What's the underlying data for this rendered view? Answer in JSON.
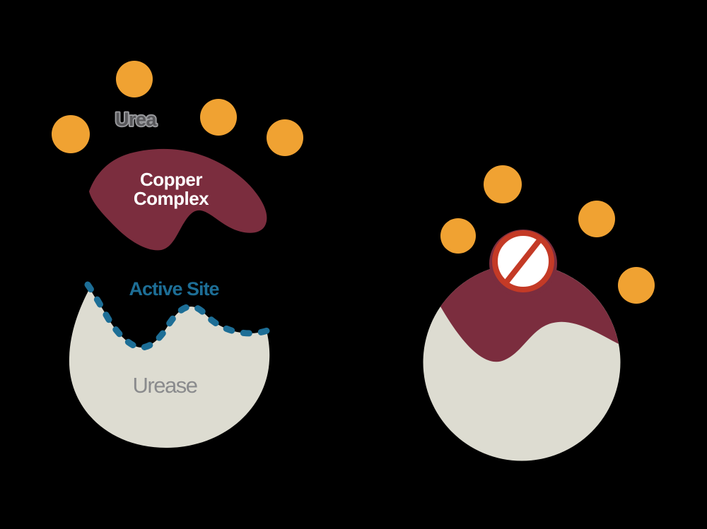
{
  "diagram": {
    "background_color": "#000000",
    "colors": {
      "urea_molecule": "#F0A232",
      "copper_complex": "#7B2D3E",
      "enzyme_body": "#DDDCD1",
      "active_site": "#1D6E96",
      "prohibition_ring": "#C43A26",
      "prohibition_fill": "#FFFFFF",
      "urea_label_fill": "#58585B",
      "urea_label_outline": "#98999C",
      "urease_label_fill": "#8A8B8D",
      "copper_label_fill": "#FFFFFF"
    },
    "left_panel": {
      "urea_label": "Urea",
      "copper_complex_label": {
        "line1": "Copper",
        "line2": "Complex"
      },
      "active_site_label": "Active Site",
      "urease_label": "Urease",
      "urea_molecule_count": 4
    },
    "right_panel": {
      "urea_molecule_count": 4
    }
  }
}
